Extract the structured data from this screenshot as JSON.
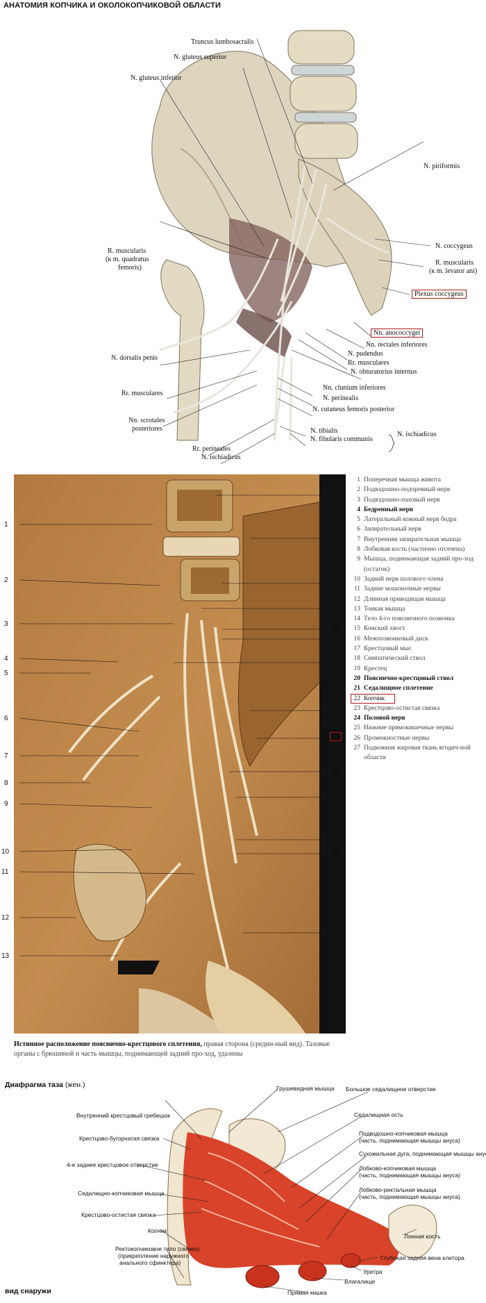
{
  "top": {
    "title": "АНАТОМИЯ КОПЧИКА И ОКОЛОКОПЧИКОВОЙ ОБЛАСТИ",
    "labels": {
      "truncus": "Truncus lumbosacralis",
      "glut_sup": "N. gluteus superior",
      "glut_inf": "N. gluteus inferior",
      "piriformis": "N. piriformis",
      "coccygeus": "N. coccygeus",
      "r_musc_la1": "R. muscularis",
      "r_musc_la2": "(к m. levator ani)",
      "plexus": "Plexus coccygeus",
      "r_musc_q1": "R. muscularis",
      "r_musc_q2": "(к m. quadratus",
      "r_musc_q3": "femoris)",
      "anococ": "Nn. anococcygei",
      "rectales": "Nn. rectales inferiores",
      "pudendus": "N. pudendus",
      "rr_musc": "Rr. musculares",
      "obturator": "N. obturatorius internus",
      "dorsalis": "N. dorsalis penis",
      "rr_musc_l": "Rr. musculares",
      "clunium": "Nn. clunium inferiores",
      "perinealis": "N. perinealis",
      "cutaneus": "N. cutaneus femoris posterior",
      "scrotales1": "Nn. scrotales",
      "scrotales2": "posteriores",
      "tibialis": "N. tibialis",
      "fibularis": "N. fibularis communis",
      "ischiadicus_r": "N. ischiadicus",
      "perineales": "Rr. perineales",
      "ischiadicus_b": "N. ischiadicus"
    }
  },
  "middle": {
    "left_numbers": [
      "1",
      "2",
      "3",
      "4",
      "5",
      "6",
      "7",
      "8",
      "9",
      "10",
      "11",
      "12",
      "13"
    ],
    "right_numbers": [
      "14",
      "15",
      "16",
      "17",
      "18",
      "19",
      "20",
      "21",
      "22",
      "23",
      "24",
      "25",
      "26",
      "27"
    ],
    "legend": [
      {
        "n": "1",
        "t": "Поперечная мышца живота"
      },
      {
        "n": "2",
        "t": "Подвздошно-подчревный нерв"
      },
      {
        "n": "3",
        "t": "Подвздошно-паховый нерв"
      },
      {
        "n": "4",
        "t": "Бедренный нерв"
      },
      {
        "n": "5",
        "t": "Латеральный кожный нерв бедра"
      },
      {
        "n": "6",
        "t": "Запирательный нерв"
      },
      {
        "n": "7",
        "t": "Внутренняя запирательная мышца"
      },
      {
        "n": "8",
        "t": "Лобковая кость (частично отсечена)"
      },
      {
        "n": "9",
        "t": "Мышца, поднимающая задний про-ход (остаток)"
      },
      {
        "n": "10",
        "t": "Задний нерв полового члена"
      },
      {
        "n": "11",
        "t": "Задние мошоночные нервы"
      },
      {
        "n": "12",
        "t": "Длинная приводящая мышца"
      },
      {
        "n": "13",
        "t": "Тонкая мышца"
      },
      {
        "n": "14",
        "t": "Тело 4-го поясничного позвонка"
      },
      {
        "n": "15",
        "t": "Конский хвост"
      },
      {
        "n": "16",
        "t": "Межпозвонковый диск"
      },
      {
        "n": "17",
        "t": "Крестцовый мыс"
      },
      {
        "n": "18",
        "t": "Симпатический ствол"
      },
      {
        "n": "19",
        "t": "Крестец"
      },
      {
        "n": "20",
        "t": "Пояснично-крестцовый ствол"
      },
      {
        "n": "21",
        "t": "Седалищное сплетение"
      },
      {
        "n": "22",
        "t": "Копчик"
      },
      {
        "n": "23",
        "t": "Крестцово-остистая связка"
      },
      {
        "n": "24",
        "t": "Половой нерв"
      },
      {
        "n": "25",
        "t": "Нижние прямокишечные нервы"
      },
      {
        "n": "26",
        "t": "Промежностные нервы"
      },
      {
        "n": "27",
        "t": "Подкожная жировая ткань ягодич-ной области"
      }
    ],
    "caption_bold": "Истинное расположение пояснично-крестцового сплетения,",
    "caption_rest": " правая сторона (средин-ный вид). Тазовые органы с брюшиной и часть мышцы, поднимающей задний про-ход, удалены"
  },
  "bottom": {
    "title_bold": "Диафрагма таза",
    "title_rest": " (жен.)",
    "labels": {
      "grush": "Грушевидная мышца",
      "big_foramen": "Большое седалищное отверстие",
      "ost": "Седалищная ость",
      "podvzd1": "Подвздошно-копчиковая мышца",
      "podvzd2": "(часть, поднимающая мышцы ануса)",
      "suhoz": "Сухожильная дуга, поднимающая мышцы ануса",
      "lobk1": "Лобково-копчиковая мышца",
      "lobk2": "(часть, поднимающая мышцы ануса)",
      "rekt1": "Лобково-ректальная мышца",
      "rekt2": "(часть, поднимающая мышцы ануса)",
      "vnutr": "Внутренний крестцовый гребешок",
      "bugor": "Крестцово-бугорчатая связка",
      "otv4": "4-е заднее крестцовое отверстие",
      "sedkop": "Седалищно-копчиковая мышца",
      "krost": "Крестцово-остистая связка",
      "kopchik": "Копчик",
      "rt1": "Ректокопчиковое тело (связка)",
      "rt2": "(прикрепление наружного",
      "rt3": "анального сфинктера)",
      "lonn": "Лонная кость",
      "vena": "Глубокая задняя вена клитора",
      "uretra": "Уретра",
      "vlag": "Влагалище",
      "pryam": "Прямая кишка"
    },
    "footer": "вид снаружи"
  }
}
